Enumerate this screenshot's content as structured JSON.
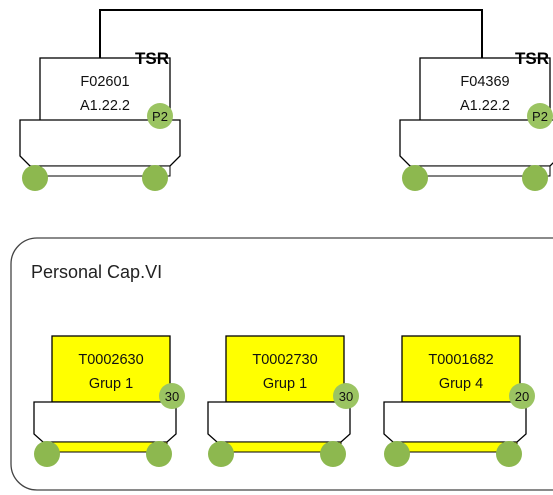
{
  "top_units": [
    {
      "tag": "TSR",
      "code": "F02601",
      "version": "A1.22.2",
      "badge": "P2",
      "label_bg": "#ffffff"
    },
    {
      "tag": "TSR",
      "code": "F04369",
      "version": "A1.22.2",
      "badge": "P2",
      "label_bg": "#ffffff"
    }
  ],
  "group": {
    "title": "Personal Cap.VI",
    "units": [
      {
        "code": "T0002630",
        "group": "Grup 1",
        "badge": "30",
        "label_bg": "#ffff00"
      },
      {
        "code": "T0002730",
        "group": "Grup 1",
        "badge": "30",
        "label_bg": "#ffff00"
      },
      {
        "code": "T0001682",
        "group": "Grup 4",
        "badge": "20",
        "label_bg": "#ffff00"
      }
    ]
  },
  "colors": {
    "wheel": "#8db84f",
    "badge": "#9bc462",
    "stroke": "#000000",
    "yellow": "#ffff00"
  }
}
